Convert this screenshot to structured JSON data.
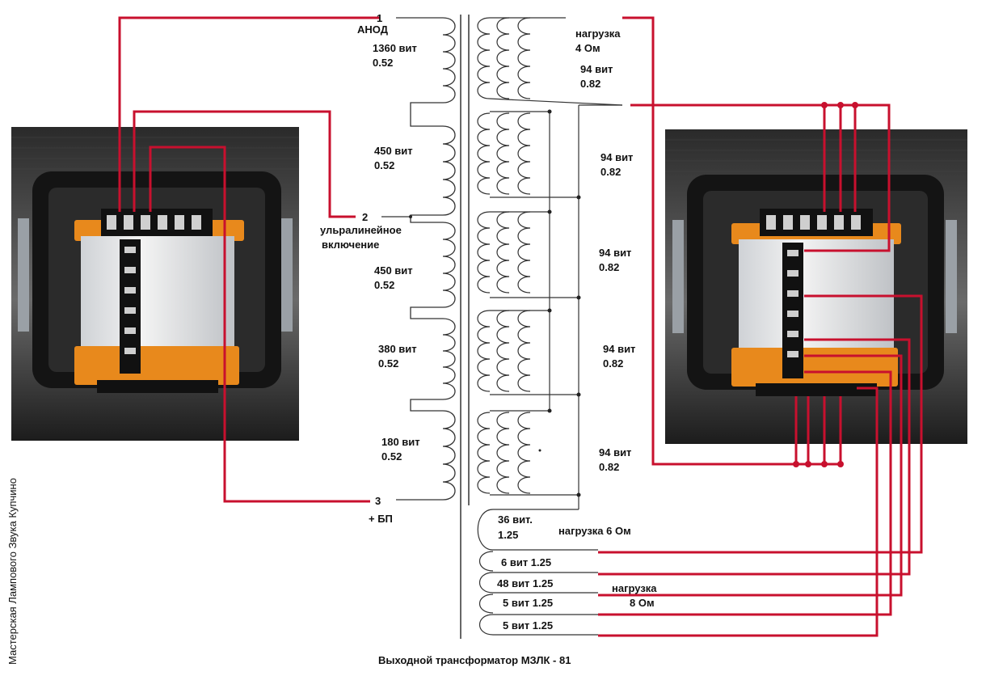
{
  "terminals": {
    "anode_num": "1",
    "anode_label": "АНОД",
    "ul_num": "2",
    "ul_label_line1": "ульралинейное",
    "ul_label_line2": "включение",
    "bp_num": "3",
    "bp_label": "+ БП"
  },
  "primary_sections": [
    {
      "turns": "1360 вит",
      "wire": "0.52"
    },
    {
      "turns": "450 вит",
      "wire": "0.52"
    },
    {
      "turns": "450 вит",
      "wire": "0.52"
    },
    {
      "turns": "380 вит",
      "wire": "0.52"
    },
    {
      "turns": "180 вит",
      "wire": "0.52"
    }
  ],
  "secondary_sections": [
    {
      "turns": "94 вит",
      "wire": "0.82"
    },
    {
      "turns": "94 вит",
      "wire": "0.82"
    },
    {
      "turns": "94 вит",
      "wire": "0.82"
    },
    {
      "turns": "94 вит",
      "wire": "0.82"
    },
    {
      "turns": "94 вит",
      "wire": "0.82"
    }
  ],
  "load_4": {
    "line1": "нагрузка",
    "line2": "4 Ом"
  },
  "low_windings": {
    "w36_line1": "36 вит.",
    "w36_line2": "1.25",
    "w6": "6 вит 1.25",
    "w48": "48 вит 1.25",
    "w5a": "5 вит 1.25",
    "w5b": "5 вит 1.25"
  },
  "load_6": "нагрузка 6 Ом",
  "load_8": {
    "line1": "нагрузка",
    "line2": "8 Ом"
  },
  "caption": "Выходной трансформатор МЗЛК - 81",
  "side_caption": "Мастерская Лампового Звука Купчино",
  "colors": {
    "wire": "#c8102e",
    "line": "#333333",
    "core": "#1a1a1a",
    "orange": "#e8891c"
  }
}
